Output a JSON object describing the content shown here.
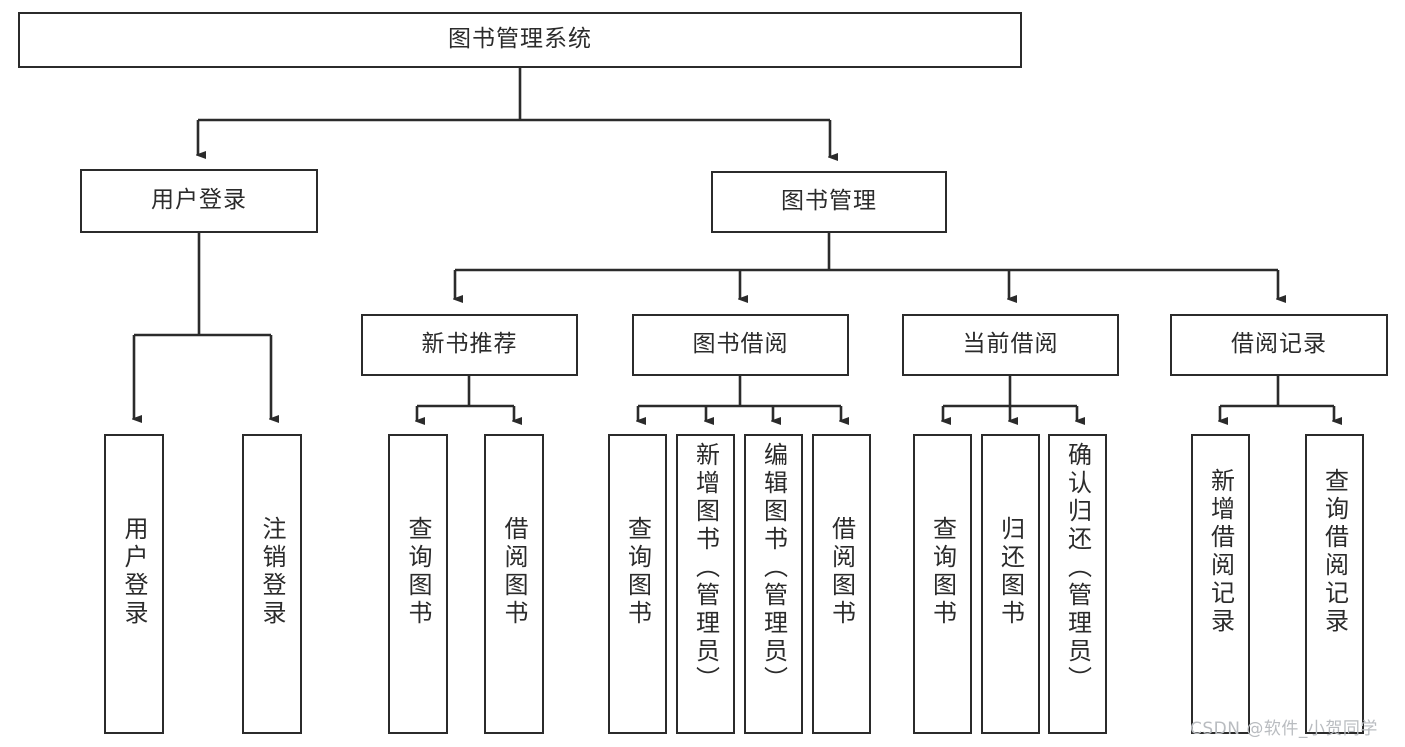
{
  "diagram": {
    "type": "tree-hierarchy-chart",
    "title": "图书管理系统",
    "watermark": "CSDN @软件_小贺同学",
    "colors": {
      "stroke": "#2b2b2b",
      "background": "#ffffff",
      "text": "#2b2b2b",
      "watermark": "#b9bcc0"
    },
    "levels": [
      {
        "level": 1,
        "nodes": [
          {
            "id": "root",
            "label": "图书管理系统",
            "orientation": "horizontal"
          }
        ]
      },
      {
        "level": 2,
        "nodes": [
          {
            "id": "user-login",
            "label": "用户登录",
            "orientation": "horizontal",
            "parent": "root"
          },
          {
            "id": "book-manage",
            "label": "图书管理",
            "orientation": "horizontal",
            "parent": "root"
          }
        ]
      },
      {
        "level": 3,
        "nodes": [
          {
            "id": "new-book-recommend",
            "label": "新书推荐",
            "orientation": "horizontal",
            "parent": "book-manage"
          },
          {
            "id": "book-borrow",
            "label": "图书借阅",
            "orientation": "horizontal",
            "parent": "book-manage"
          },
          {
            "id": "current-borrow",
            "label": "当前借阅",
            "orientation": "horizontal",
            "parent": "book-manage"
          },
          {
            "id": "borrow-record",
            "label": "借阅记录",
            "orientation": "horizontal",
            "parent": "book-manage"
          }
        ]
      },
      {
        "level": 4,
        "nodes": [
          {
            "id": "leaf-user-login",
            "label": "用户登录",
            "orientation": "vertical",
            "parent": "user-login"
          },
          {
            "id": "leaf-logout-login",
            "label": "注销登录",
            "orientation": "vertical",
            "parent": "user-login"
          },
          {
            "id": "leaf-query-book-1",
            "label": "查询图书",
            "orientation": "vertical",
            "parent": "new-book-recommend"
          },
          {
            "id": "leaf-borrow-book-1",
            "label": "借阅图书",
            "orientation": "vertical",
            "parent": "new-book-recommend"
          },
          {
            "id": "leaf-query-book-2",
            "label": "查询图书",
            "orientation": "vertical",
            "parent": "book-borrow"
          },
          {
            "id": "leaf-add-book",
            "label": "新增图书（管理员）",
            "orientation": "vertical",
            "parent": "book-borrow"
          },
          {
            "id": "leaf-edit-book",
            "label": "编辑图书（管理员）",
            "orientation": "vertical",
            "parent": "book-borrow"
          },
          {
            "id": "leaf-borrow-book-2",
            "label": "借阅图书",
            "orientation": "vertical",
            "parent": "book-borrow"
          },
          {
            "id": "leaf-query-book-3",
            "label": "查询图书",
            "orientation": "vertical",
            "parent": "current-borrow"
          },
          {
            "id": "leaf-return-book",
            "label": "归还图书",
            "orientation": "vertical",
            "parent": "current-borrow"
          },
          {
            "id": "leaf-confirm-return",
            "label": "确认归还（管理员）",
            "orientation": "vertical",
            "parent": "current-borrow"
          },
          {
            "id": "leaf-add-record",
            "label": "新增借阅记录",
            "orientation": "vertical",
            "parent": "borrow-record"
          },
          {
            "id": "leaf-query-record",
            "label": "查询借阅记录",
            "orientation": "vertical",
            "parent": "borrow-record"
          }
        ]
      }
    ]
  }
}
